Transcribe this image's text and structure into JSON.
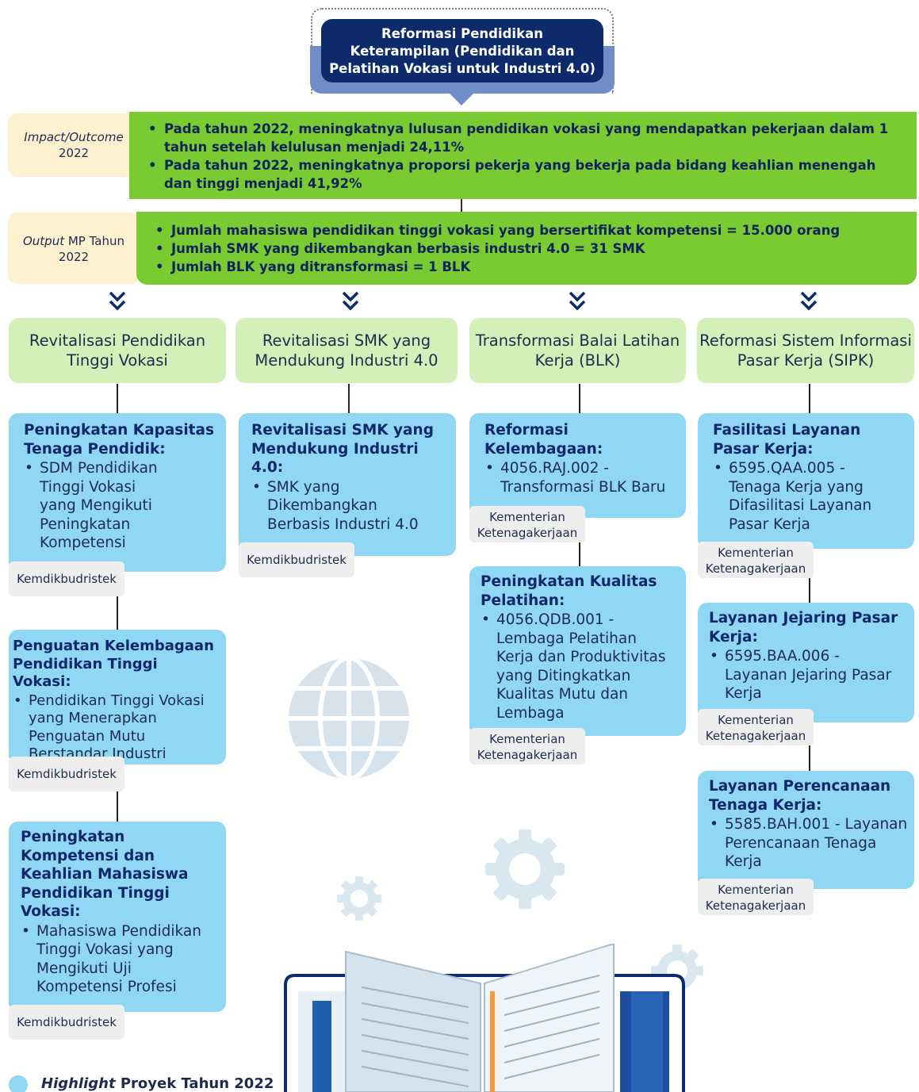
{
  "header": {
    "title_lines": [
      "Reformasi Pendidikan",
      "Keterampilan (Pendidikan dan",
      "Pelatihan Vokasi untuk Industri 4.0)"
    ]
  },
  "impact": {
    "label_italic": "Impact/Outcome",
    "label_year": "2022",
    "bullets": [
      "Pada tahun 2022, meningkatnya lulusan pendidikan vokasi yang mendapatkan pekerjaan dalam 1 tahun setelah kelulusan menjadi 24,11%",
      "Pada tahun 2022, meningkatnya proporsi pekerja yang bekerja pada bidang keahlian menengah dan tinggi menjadi 41,92%"
    ]
  },
  "output": {
    "label_italic": "Output",
    "label_rest": " MP Tahun",
    "label_year": "2022",
    "bullets": [
      "Jumlah mahasiswa pendidikan tinggi vokasi yang bersertifikat kompetensi = 15.000 orang",
      "Jumlah SMK yang dikembangkan berbasis industri 4.0 = 31 SMK",
      "Jumlah BLK yang ditransformasi = 1 BLK"
    ]
  },
  "programs": [
    {
      "lines": [
        "Revitalisasi Pendidikan",
        "Tinggi Vokasi"
      ]
    },
    {
      "lines": [
        "Revitalisasi SMK yang",
        "Mendukung Industri 4.0"
      ]
    },
    {
      "lines": [
        "Transformasi Balai Latihan",
        "Kerja (BLK)"
      ]
    },
    {
      "lines": [
        "Reformasi Sistem Informasi",
        "Pasar Kerja (SIPK)"
      ]
    }
  ],
  "cards": {
    "c1a": {
      "title": [
        "Peningkatan Kapasitas",
        "Tenaga Pendidik:"
      ],
      "item": [
        "SDM Pendidikan",
        "Tinggi Vokasi",
        "yang Mengikuti",
        "Peningkatan",
        "Kompetensi"
      ],
      "agency": "Kemdikbudristek"
    },
    "c1b": {
      "title": [
        "Penguatan Kelembagaan",
        "Pendidikan Tinggi Vokasi:"
      ],
      "item": [
        "Pendidikan Tinggi Vokasi",
        "yang Menerapkan",
        "Penguatan Mutu",
        "Berstandar Industri"
      ],
      "agency": "Kemdikbudristek"
    },
    "c1c": {
      "title": [
        "Peningkatan",
        "Kompetensi dan",
        "Keahlian Mahasiswa",
        "Pendidikan Tinggi",
        "Vokasi:"
      ],
      "item": [
        "Mahasiswa Pendidikan",
        "Tinggi Vokasi yang",
        "Mengikuti Uji",
        "Kompetensi Profesi"
      ],
      "agency": "Kemdikbudristek"
    },
    "c2a": {
      "title": [
        "Revitalisasi SMK yang",
        "Mendukung Industri",
        "4.0:"
      ],
      "item": [
        "SMK yang",
        "Dikembangkan",
        "Berbasis Industri 4.0"
      ],
      "agency": "Kemdikbudristek"
    },
    "c3a": {
      "title": [
        "Reformasi",
        "Kelembagaan:"
      ],
      "item": [
        "4056.RAJ.002 -",
        "Transformasi BLK Baru"
      ],
      "agency": [
        "Kementerian",
        "Ketenagakerjaan"
      ]
    },
    "c3b": {
      "title": [
        "Peningkatan Kualitas",
        "Pelatihan:"
      ],
      "item": [
        "4056.QDB.001 -",
        "Lembaga Pelatihan",
        "Kerja dan Produktivitas",
        "yang Ditingkatkan",
        "Kualitas Mutu dan",
        "Lembaga"
      ],
      "agency": [
        "Kementerian",
        "Ketenagakerjaan"
      ]
    },
    "c4a": {
      "title": [
        "Fasilitasi Layanan",
        "Pasar Kerja:"
      ],
      "item": [
        "6595.QAA.005 -",
        "Tenaga Kerja yang",
        "Difasilitasi Layanan",
        "Pasar Kerja"
      ],
      "agency": [
        "Kementerian",
        "Ketenagakerjaan"
      ]
    },
    "c4b": {
      "title": [
        "Layanan Jejaring Pasar",
        "Kerja:"
      ],
      "item": [
        "6595.BAA.006 -",
        "Layanan Jejaring Pasar",
        "Kerja"
      ],
      "agency": [
        "Kementerian",
        "Ketenagakerjaan"
      ]
    },
    "c4c": {
      "title": [
        "Layanan Perencanaan",
        "Tenaga Kerja:"
      ],
      "item": [
        "5585.BAH.001 - Layanan",
        "Perencanaan Tenaga",
        "Kerja"
      ],
      "agency": [
        "Kementerian",
        "Ketenagakerjaan"
      ]
    }
  },
  "legend": {
    "italic": "Highlight",
    "rest": " Proyek Tahun 2022"
  },
  "colors": {
    "navy": "#0d2a6b",
    "green": "#7acb31",
    "light_green": "#d2f0b7",
    "card_blue": "#8fd7f2",
    "cream": "#fdf1cf"
  }
}
